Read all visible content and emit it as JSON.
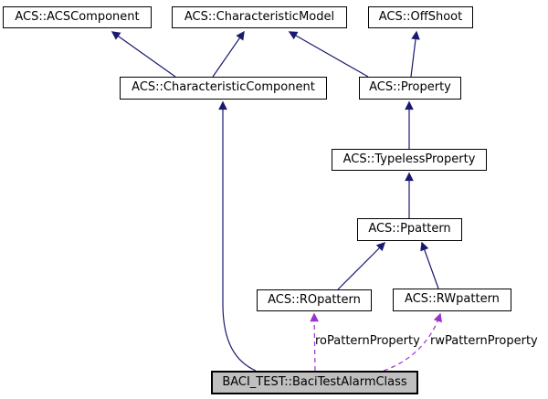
{
  "diagram": {
    "type": "class-inheritance-graph",
    "nodes": [
      {
        "id": "acscomponent",
        "label": "ACS::ACSComponent"
      },
      {
        "id": "characteristicmodel",
        "label": "ACS::CharacteristicModel"
      },
      {
        "id": "offshoot",
        "label": "ACS::OffShoot"
      },
      {
        "id": "characteristiccomponent",
        "label": "ACS::CharacteristicComponent"
      },
      {
        "id": "property",
        "label": "ACS::Property"
      },
      {
        "id": "typelessproperty",
        "label": "ACS::TypelessProperty"
      },
      {
        "id": "ppattern",
        "label": "ACS::Ppattern"
      },
      {
        "id": "ropattern",
        "label": "ACS::ROpattern"
      },
      {
        "id": "rwpattern",
        "label": "ACS::RWpattern"
      },
      {
        "id": "bacitestalarmclass",
        "label": "BACI_TEST::BaciTestAlarmClass",
        "highlighted": true
      }
    ],
    "edge_labels": [
      {
        "text": "roPatternProperty"
      },
      {
        "text": "rwPatternProperty"
      }
    ],
    "colors": {
      "inheritance_edge": "#191970",
      "usage_edge": "#9a32cd",
      "node_border": "#000000",
      "selected_node_fill": "#bfbfbf",
      "background": "#ffffff"
    }
  }
}
